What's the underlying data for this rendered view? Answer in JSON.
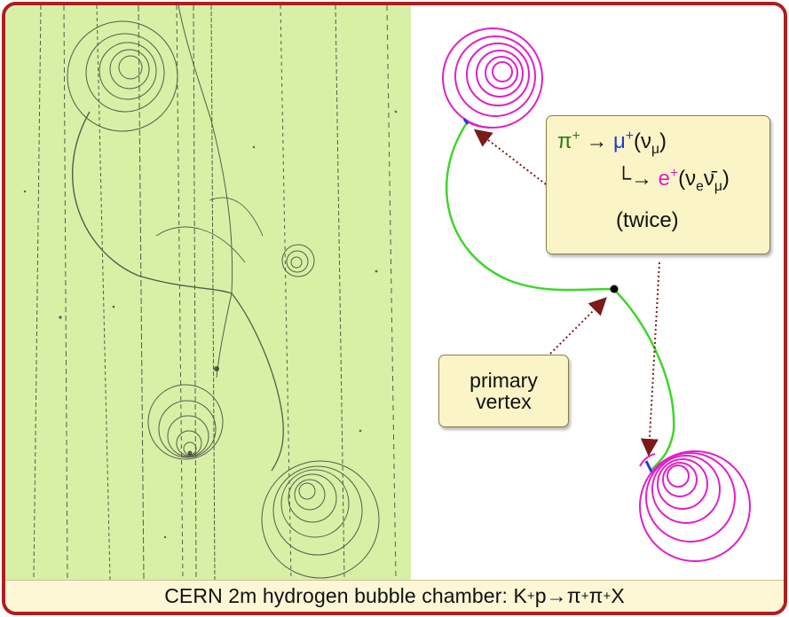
{
  "caption": {
    "prefix": "CERN 2m hydrogen bubble chamber: K",
    "sup1": "+",
    "p": "p ",
    "arrow": "→",
    "pi1": " π",
    "sup2": "+",
    "pi2": "π",
    "sup3": "+",
    "x": "X"
  },
  "decay": {
    "pi": "π",
    "pi_sup": "+",
    "arrow1": " → ",
    "mu": "μ",
    "mu_sup": "+",
    "open1": "(ν",
    "sub_mu": "μ",
    "close1": ")",
    "elbow": "└→ ",
    "e": "e",
    "e_sup": "+",
    "open2": "(ν",
    "sub_e": "e",
    "nubar": "ν̄",
    "sub_mu2": "μ",
    "close2": ")",
    "twice": "(twice)"
  },
  "primary_vertex": {
    "line1": "primary",
    "line2": "vertex"
  },
  "colors": {
    "frame": "#b01e1e",
    "photo_bg": "#d7f0a6",
    "pion_track": "#3ed62a",
    "muon_track": "#1f3ad6",
    "positron_track": "#e020c8",
    "pointer": "#7a1a1a",
    "box_fill": "#fbf4c6"
  }
}
